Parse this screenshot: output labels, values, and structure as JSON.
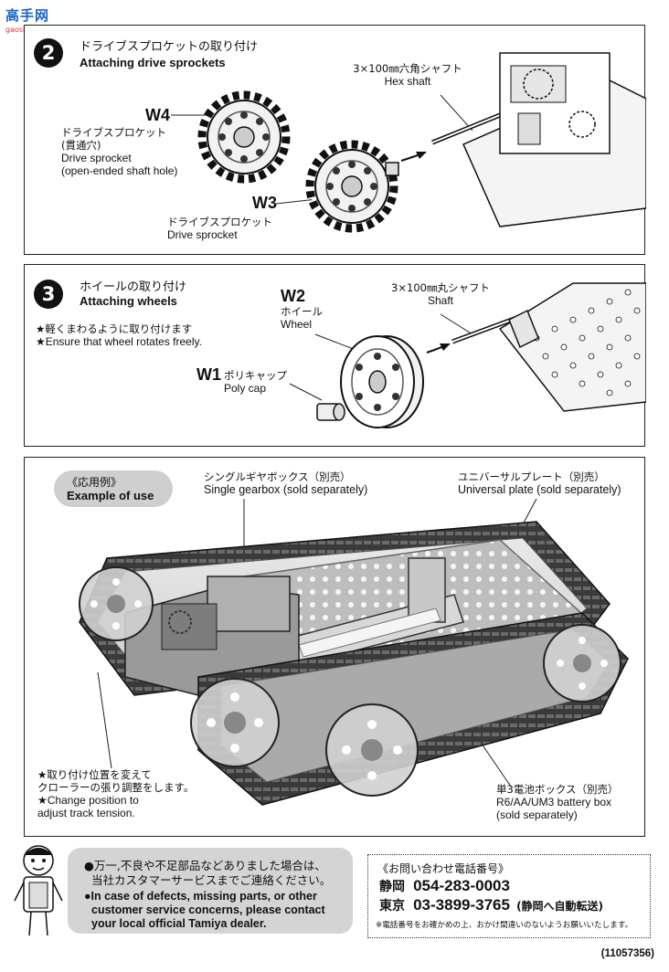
{
  "watermark": {
    "text": "高手网",
    "url": "gaoshou.com"
  },
  "step2": {
    "number": "2",
    "title_jp": "ドライブスプロケットの取り付け",
    "title_en": "Attaching drive sprockets",
    "shaft_jp": "3×100㎜六角シャフト",
    "shaft_en": "Hex shaft",
    "w4_id": "W4",
    "w4_jp1": "ドライブスプロケット",
    "w4_jp2": "(貫通穴)",
    "w4_en1": "Drive sprocket",
    "w4_en2": "(open-ended shaft hole)",
    "w3_id": "W3",
    "w3_jp": "ドライブスプロケット",
    "w3_en": "Drive sprocket"
  },
  "step3": {
    "number": "3",
    "title_jp": "ホイールの取り付け",
    "title_en": "Attaching wheels",
    "note_jp": "★軽くまわるように取り付けます",
    "note_en": "★Ensure that wheel rotates freely.",
    "w2_id": "W2",
    "w2_jp": "ホイール",
    "w2_en": "Wheel",
    "w1_id": "W1",
    "w1_jp": "ポリキャップ",
    "w1_en": "Poly cap",
    "shaft_jp": "3×100㎜丸シャフト",
    "shaft_en": "Shaft"
  },
  "example": {
    "label_jp": "《応用例》",
    "label_en": "Example of use",
    "gearbox_jp": "シングルギヤボックス（別売）",
    "gearbox_en": "Single gearbox (sold separately)",
    "plate_jp": "ユニバーサルプレート（別売）",
    "plate_en": "Universal plate (sold separately)",
    "tension_jp1": "★取り付け位置を変えて",
    "tension_jp2": "クローラーの張り調整をします。",
    "tension_en1": "★Change position to",
    "tension_en2": "adjust track tension.",
    "battery_jp": "単3電池ボックス（別売）",
    "battery_en1": "R6/AA/UM3 battery box",
    "battery_en2": "(sold separately)"
  },
  "footer": {
    "notice_jp1": "●万一,不良や不足部品などありました場合は、",
    "notice_jp2": "当社カスタマーサービスまでご連絡ください。",
    "notice_en1": "●In case of defects, missing parts, or other",
    "notice_en2": "customer service concerns, please contact",
    "notice_en3": "your local official Tamiya dealer.",
    "contact_title": "《お問い合わせ電話番号》",
    "shizuoka_label": "静岡",
    "shizuoka_phone": "054-283-0003",
    "tokyo_label": "東京",
    "tokyo_phone": "03-3899-3765",
    "tokyo_note": "(静岡へ自動転送)",
    "disclaimer": "※電話番号をお確かめの上、おかけ間違いのないようお願いいたします。",
    "doc_code": "(11057356)"
  }
}
